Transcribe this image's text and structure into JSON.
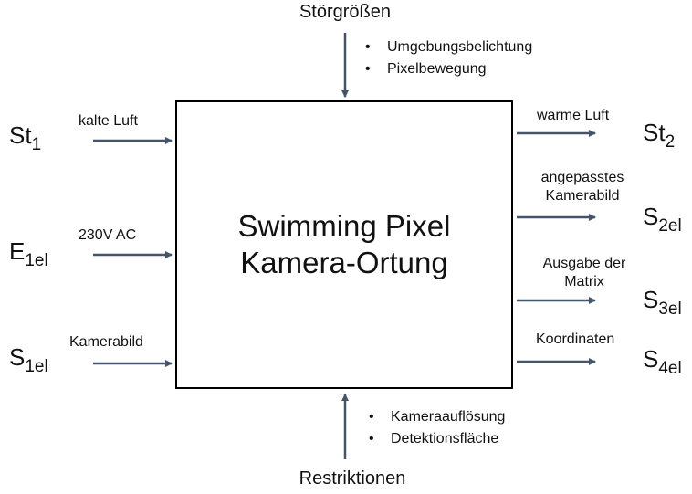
{
  "top": {
    "heading": "Störgrößen",
    "bullets": [
      "Umgebungsbelichtung",
      "Pixelbewegung"
    ]
  },
  "bottom": {
    "heading": "Restriktionen",
    "bullets": [
      "Kameraauflösung",
      "Detektionsfläche"
    ]
  },
  "box": {
    "line1": "Swimming Pixel",
    "line2": "Kamera-Ortung"
  },
  "inputs": [
    {
      "label": "kalte Luft",
      "symbol": "St",
      "sub": "1"
    },
    {
      "label": "230V AC",
      "symbol": "E",
      "sub": "1el"
    },
    {
      "label": "Kamerabild",
      "symbol": "S",
      "sub": "1el"
    }
  ],
  "outputs": [
    {
      "label": "warme Luft",
      "symbol": "St",
      "sub": "2"
    },
    {
      "label_line1": "angepasstes",
      "label_line2": "Kamerabild",
      "symbol": "S",
      "sub": "2el"
    },
    {
      "label_line1": "Ausgabe der",
      "label_line2": "Matrix",
      "symbol": "S",
      "sub": "3el"
    },
    {
      "label": "Koordinaten",
      "symbol": "S",
      "sub": "4el"
    }
  ],
  "colors": {
    "arrow": "#44546a",
    "border": "#000000"
  }
}
